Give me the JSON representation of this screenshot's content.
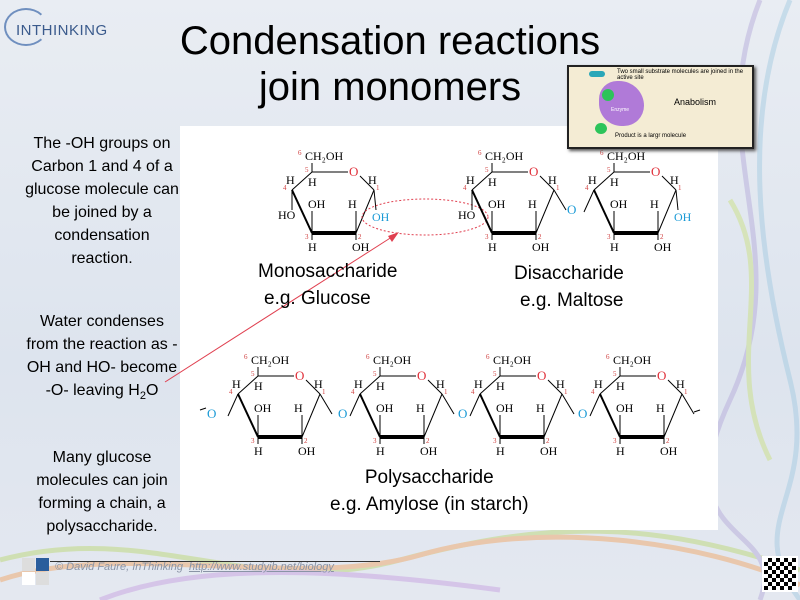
{
  "logo": {
    "text": "INTHINKING"
  },
  "title": {
    "line1": "Condensation reactions",
    "line2": "join monomers"
  },
  "inset": {
    "top_text": "Two small substrate molecules are joined in the active site",
    "label": "Anabolism",
    "enzyme": "Enzyme",
    "bottom_text": "Product is a largr molecule"
  },
  "side": {
    "p1": "The -OH groups on Carbon 1 and 4 of a glucose molecule can be joined by a condensation reaction.",
    "p2a": "Water condenses from the reaction as -OH and HO- become -O- leaving H",
    "p2sub": "2",
    "p2b": "O",
    "p3": "Many glucose molecules can join forming a chain, a polysaccharide."
  },
  "diagram": {
    "mono": {
      "name": "Monosaccharide",
      "example": "e.g. Glucose"
    },
    "di": {
      "name": "Disaccharide",
      "example": "e.g. Maltose"
    },
    "poly": {
      "name": "Polysaccharide",
      "example": "e.g. Amylose (in starch)"
    },
    "atoms": {
      "ch2oh": "CH₂OH",
      "o": "O",
      "h": "H",
      "oh": "OH",
      "ho": "HO"
    },
    "colors": {
      "ring_o": "#e0303a",
      "highlight": "#1a9ad6",
      "numbers": "#d04040"
    }
  },
  "footer": {
    "credit": "© David Faure, InThinking",
    "url": "http://www.studyib.net/biology"
  }
}
